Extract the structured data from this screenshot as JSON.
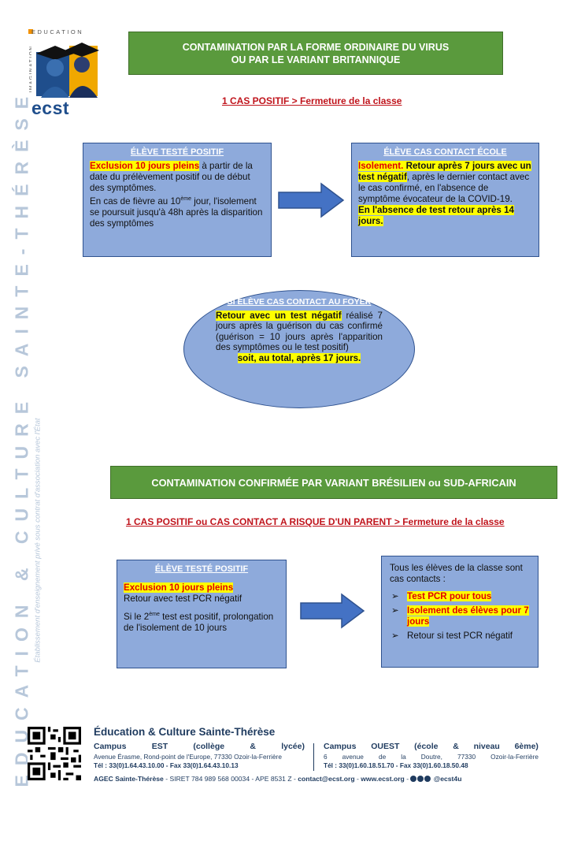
{
  "logo": {
    "top_text": "EDUCATION",
    "side_text": "IMAGINATION",
    "brand": "ecst"
  },
  "side": {
    "title": "EDUCATION & CULTURE SAINTE-THÉRÈSE",
    "subtitle": "Établissement d'enseignement privé sous contrat d'association avec l'État"
  },
  "section1": {
    "banner_line1": "CONTAMINATION PAR LA FORME ORDINAIRE DU VIRUS",
    "banner_line2": "OU PAR LE VARIANT BRITANNIQUE",
    "rule": "1 CAS POSITIF > Fermeture de la classe",
    "box_positive": {
      "head": "ÉLÈVE TESTÉ POSITIF",
      "hl": "Exclusion 10 jours pleins",
      "t1": " à partir de la date du prélèvement positif ou de début des symptômes.",
      "t2a": "En cas de fièvre au 10",
      "t2sup": "ème",
      "t2b": " jour, l'isolement se poursuit jusqu'à 48h après la disparition des symptômes"
    },
    "box_contact": {
      "head": "ÉLÈVE CAS CONTACT ÉCOLE",
      "hl_red": "Isolement.",
      "hl_black": " Retour après 7 jours avec un test négatif",
      "t1": ", après le dernier contact avec le cas confirmé, en l'absence de symptôme évocateur de la COVID-19.",
      "hl2": "En l'absence de test retour après 14 jours."
    },
    "ellipse": {
      "head": "SI ÉLÈVE CAS CONTACT AU FOYER",
      "hl": "Retour avec un test négatif",
      "t1": " réalisé 7 jours après la guérison du cas confirmé (guérison = 10 jours après l'apparition des symptômes ou le test positif)",
      "hl2": "soit, au total, après 17 jours."
    }
  },
  "section2": {
    "banner": "CONTAMINATION CONFIRMÉE PAR VARIANT BRÉSILIEN ou SUD-AFRICAIN",
    "rule": "1 CAS POSITIF ou CAS CONTACT A RISQUE D'UN PARENT > Fermeture de la classe",
    "box_positive": {
      "head": "ÉLÈVE TESTÉ POSITIF",
      "hl": "Exclusion 10 jours pleins",
      "t1": "Retour avec test PCR négatif",
      "t2a": "Si le 2",
      "t2sup": "ème",
      "t2b": " test est positif, prolongation de l'isolement de 10 jours"
    },
    "box_class": {
      "intro": "Tous les élèves de la classe sont cas contacts :",
      "items": [
        "Test PCR pour tous",
        "Isolement des élèves pour 7 jours",
        "Retour si test PCR négatif"
      ],
      "bullet": "➢"
    }
  },
  "footer": {
    "title": "Éducation & Culture Sainte-Thérèse",
    "est": {
      "words": [
        "Campus",
        "EST",
        "(collège",
        "&",
        "lycée)"
      ],
      "address": "Avenue Érasme, Rond-point de l'Europe, 77330 Ozoir-la-Ferrière",
      "phone": "Tél : 33(0)1.64.43.10.00 - Fax 33(0)1.64.43.10.13"
    },
    "ouest": {
      "words": [
        "Campus",
        "OUEST",
        "(école",
        "&",
        "niveau",
        "6ème)"
      ],
      "address_words": [
        "6",
        "avenue",
        "de",
        "la",
        "Doutre,",
        "77330",
        "Ozoir-la-Ferrière"
      ],
      "phone": "Tél : 33(0)1.60.18.51.70 - Fax 33(0)1.60.18.50.48"
    },
    "agec": "AGEC Sainte-Thérèse",
    "siret": " - SIRET 784 989 568 00034 - APE 8531 Z - ",
    "email": "contact@ecst.org",
    "sep": " - ",
    "web": "www.ecst.org",
    "sep2": " - ",
    "social": "@ecst4u"
  },
  "colors": {
    "banner": "#5a9a3d",
    "box": "#8eaadb",
    "border": "#2f528f",
    "red": "#c0141c",
    "highlight": "#ffff00"
  }
}
